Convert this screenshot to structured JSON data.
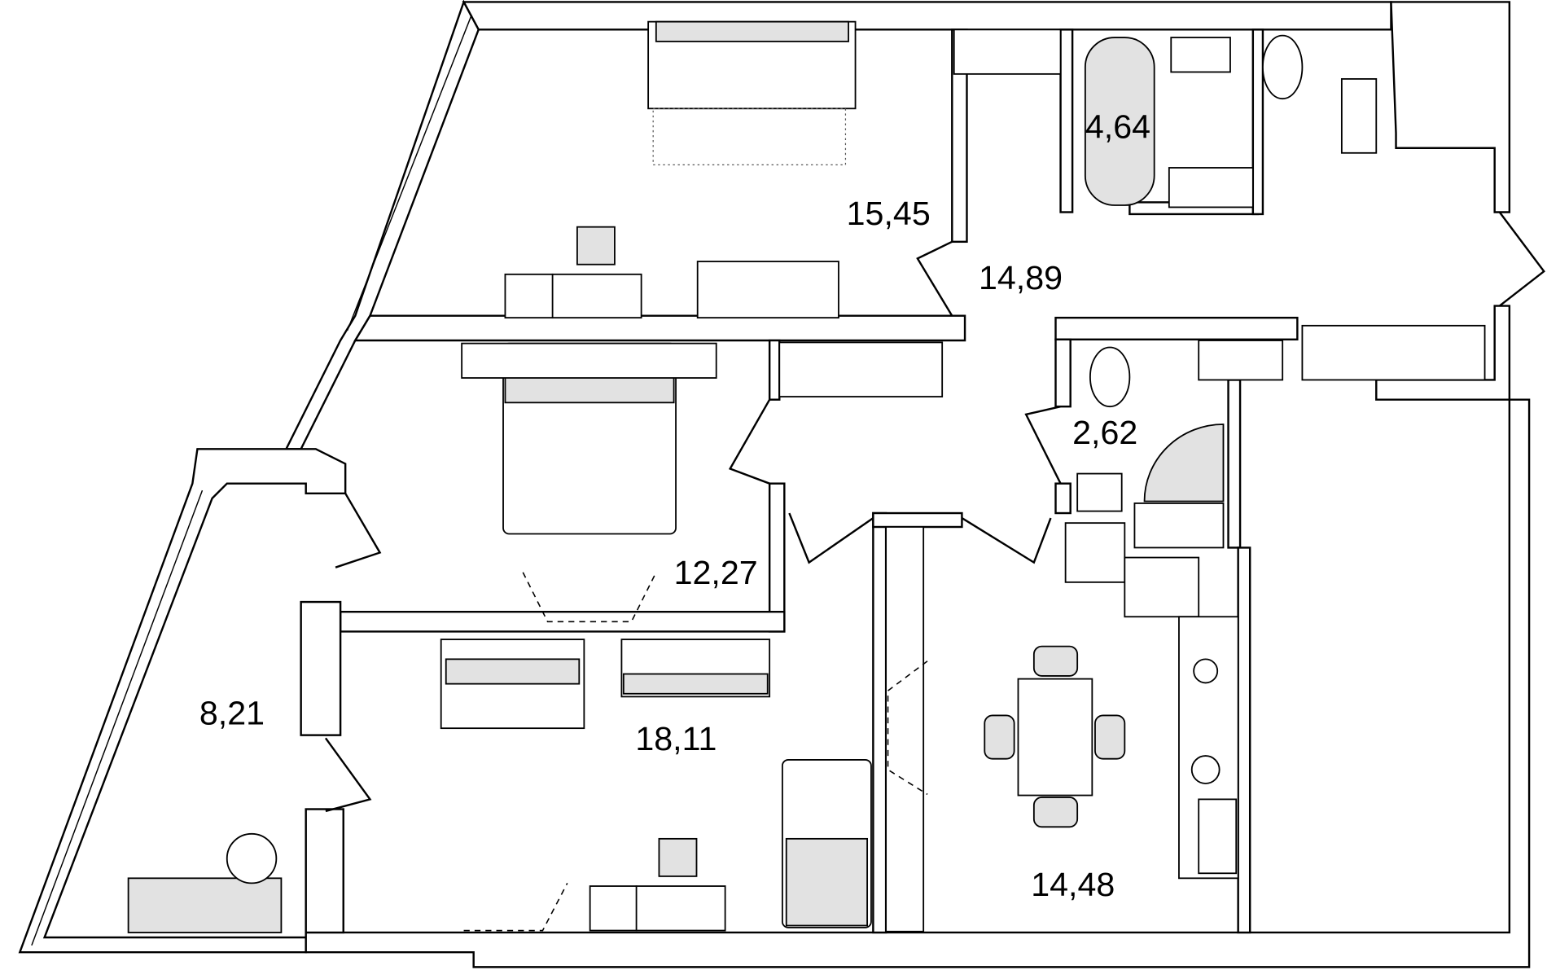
{
  "plan": {
    "rooms": [
      {
        "id": "living-top",
        "area": "15,45"
      },
      {
        "id": "bathroom",
        "area": "4,64"
      },
      {
        "id": "hall",
        "area": "14,89"
      },
      {
        "id": "wc",
        "area": "2,62"
      },
      {
        "id": "bedroom",
        "area": "12,27"
      },
      {
        "id": "balcony",
        "area": "8,21"
      },
      {
        "id": "living-bottom",
        "area": "18,11"
      },
      {
        "id": "kitchen",
        "area": "14,48"
      }
    ],
    "colors": {
      "wall": "#000000",
      "fixture_fill": "#e2e2e2",
      "background": "#ffffff"
    }
  }
}
